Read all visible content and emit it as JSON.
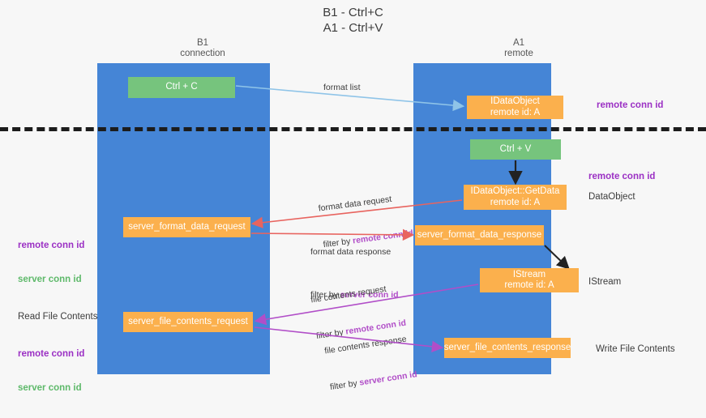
{
  "title": "B1 - Ctrl+C\nA1 - Ctrl+V",
  "columns": {
    "left": "B1\nconnection",
    "right": "A1\nremote"
  },
  "boxes": {
    "ctrl_c": "Ctrl + C",
    "get_idataobject": "IDataObject\nremote id: A",
    "ctrl_v": "Ctrl + V",
    "idataobject_getdata": "IDataObject::GetData\nremote id: A",
    "server_format_data_request": "server_format_data_request",
    "server_format_data_response": "server_format_data_response",
    "istream": "IStream\nremote id: A",
    "server_file_contents_request": "server_file_contents_request",
    "server_file_contents_response": "server_file_contents_response"
  },
  "side_labels": {
    "remote_conn_id_top": "remote conn id",
    "remote_conn_id_mid": "remote conn id",
    "dataobject": "DataObject",
    "istream": "IStream",
    "write_file_contents": "Write File Contents",
    "read_file_contents": "Read File Contents",
    "remote_conn_id": "remote conn id",
    "server_conn_id": "server conn id"
  },
  "connector_labels": {
    "format_list": "format list",
    "format_data_request": "format data request",
    "format_data_request_filter_prefix": "filter by ",
    "format_data_request_filter_key": "remote conn id",
    "format_data_response": "format data response",
    "format_data_response_filter_prefix": "filter by ",
    "format_data_response_filter_key": "server conn id",
    "file_contents_request": "file contents request",
    "file_contents_request_filter_prefix": "filter by ",
    "file_contents_request_filter_key": "remote conn id",
    "file_contents_response": "file contents response",
    "file_contents_response_filter_prefix": "filter by ",
    "file_contents_response_filter_key": "server conn id"
  },
  "colors": {
    "lane": "#4585d6",
    "green_box": "#76c47d",
    "orange_box": "#fbb04d",
    "purple": "#9b30c4",
    "green_text": "#5eb96a",
    "magenta": "#b14ec8",
    "red_arrow": "#e8645f",
    "blue_arrow": "#8fc4e8",
    "black_arrow": "#222222",
    "background": "#f7f7f7"
  }
}
